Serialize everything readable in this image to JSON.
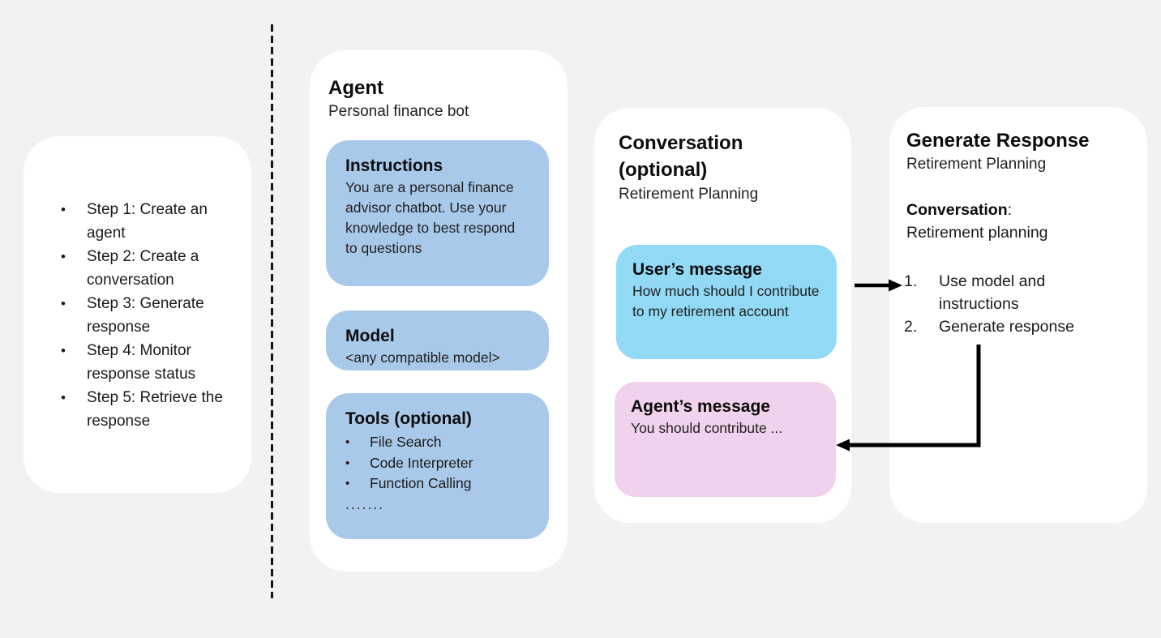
{
  "colors": {
    "background": "#F2F2F2",
    "card": "#FFFFFF",
    "agent_box_blue": "#A9C9EA",
    "user_message_cyan": "#92D9F5",
    "agent_message_pink": "#F0D2EC",
    "arrow": "#000000",
    "divider": "#141414"
  },
  "glyphs": {
    "bullet": "•"
  },
  "left_panel": {
    "steps": [
      "Step 1: Create an agent",
      "Step 2: Create a conversation",
      "Step 3: Generate response",
      "Step 4: Monitor response status",
      "Step 5: Retrieve the response"
    ]
  },
  "agent_card": {
    "title": "Agent",
    "subtitle": "Personal finance bot",
    "instructions": {
      "title": "Instructions",
      "body": "You are a personal finance advisor chatbot. Use your knowledge to best respond to questions"
    },
    "model": {
      "title": "Model",
      "body": "<any compatible model>"
    },
    "tools": {
      "title": "Tools (optional)",
      "items": [
        "File Search",
        "Code Interpreter",
        "Function Calling"
      ],
      "ellipsis": "......."
    }
  },
  "conversation_card": {
    "title_line1": "Conversation",
    "title_line2": "(optional)",
    "subtitle": "Retirement Planning",
    "user_message": {
      "title": "User’s message",
      "body": "How much should I contribute to my retirement account"
    },
    "agent_message": {
      "title": "Agent’s message",
      "body": "You should contribute ..."
    }
  },
  "generate_card": {
    "title": "Generate Response",
    "subtitle": "Retirement Planning",
    "conversation_label": "Conversation",
    "conversation_separator": ":",
    "conversation_value": "Retirement planning",
    "steps": [
      {
        "num": "1.",
        "text": "Use model and instructions"
      },
      {
        "num": "2.",
        "text": "Generate response"
      }
    ]
  }
}
